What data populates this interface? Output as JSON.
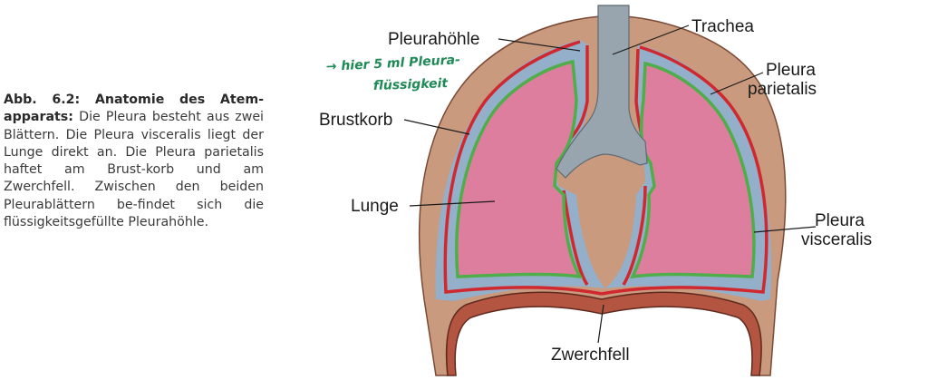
{
  "caption": {
    "bold_prefix": "Abb. 6.2: Anatomie des Atem-apparats:",
    "text": "Die Pleura besteht aus zwei Blättern. Die Pleura visceralis liegt der Lunge direkt an. Die Pleura parietalis haftet am Brust-korb und am Zwerchfell. Zwischen den beiden Pleurablättern be-findet sich die flüssigkeitsgefüllte Pleurahöhle."
  },
  "labels": {
    "pleurahoehle": "Pleurahöhle",
    "trachea": "Trachea",
    "pleura_parietalis_1": "Pleura",
    "pleura_parietalis_2": "parietalis",
    "brustkorb": "Brustkorb",
    "lunge": "Lunge",
    "pleura_visceralis_1": "Pleura",
    "pleura_visceralis_2": "visceralis",
    "zwerchfell": "Zwerchfell"
  },
  "handwritten_note": {
    "line1": "→ hier 5 ml Pleura-",
    "line2": "flüssigkeit"
  },
  "colors": {
    "thorax_wall": "#c99a7e",
    "thorax_interior": "#c99a7e",
    "pleural_cavity": "#94afc9",
    "lung": "#de7e9f",
    "pleura_parietalis_line": "#d0282e",
    "pleura_visceralis_line": "#4fae4a",
    "trachea": "#98a5ae",
    "diaphragm": "#b35540",
    "note_ink": "#1f8a55"
  }
}
